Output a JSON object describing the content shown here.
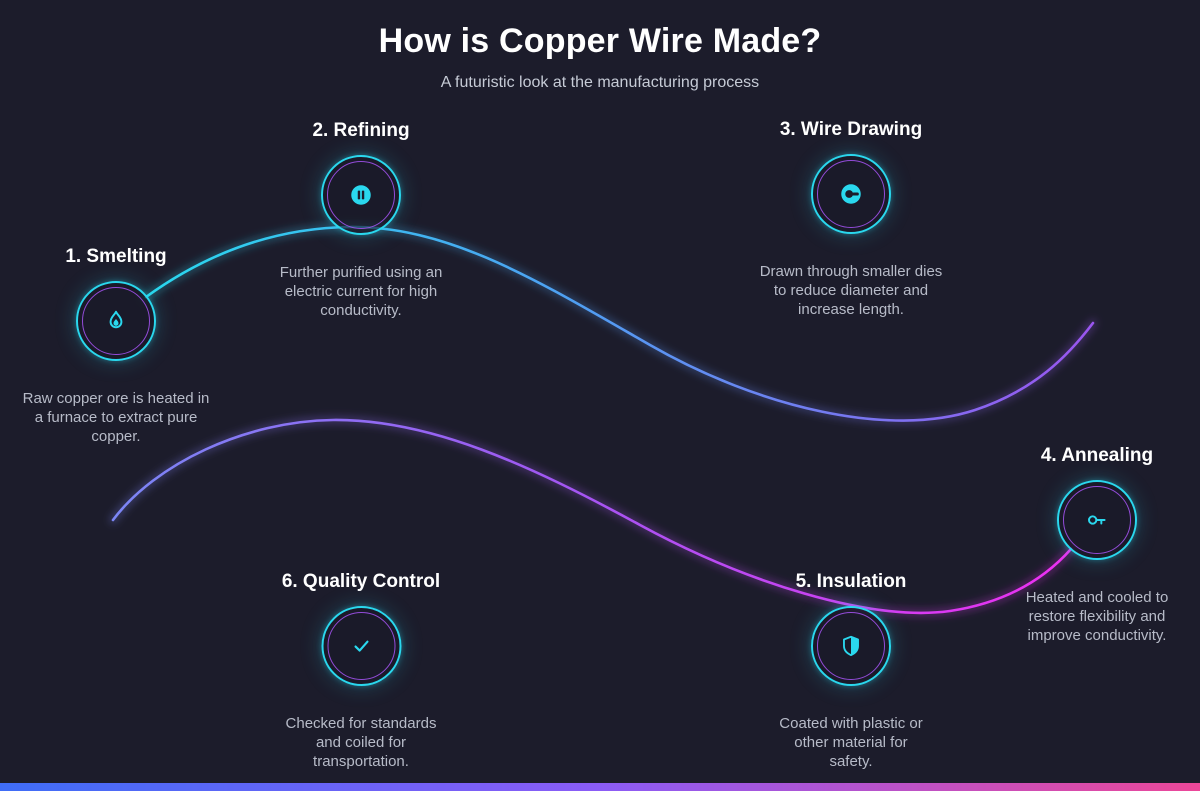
{
  "page": {
    "title": "How is Copper Wire Made?",
    "subtitle": "A futuristic look at the manufacturing process"
  },
  "steps": [
    {
      "title": "1. Smelting",
      "description": "Raw copper ore is heated in a furnace to extract pure copper.",
      "icon": "flame-icon"
    },
    {
      "title": "2. Refining",
      "description": "Further purified using an electric current for high conductivity.",
      "icon": "electrode-pause-circle-icon"
    },
    {
      "title": "3. Wire Drawing",
      "description": "Drawn through smaller dies to reduce diameter and increase length.",
      "icon": "drawing-die-icon"
    },
    {
      "title": "4. Annealing",
      "description": "Heated and cooled to restore flexibility and improve conductivity.",
      "icon": "key-icon"
    },
    {
      "title": "5. Insulation",
      "description": "Coated with plastic or other material for safety.",
      "icon": "shield-icon"
    },
    {
      "title": "6. Quality Control",
      "description": "Checked for standards and coiled for transportation.",
      "icon": "checkmark-icon"
    }
  ],
  "colors": {
    "background": "#1c1c2b",
    "accent_cyan": "#2ad8ee",
    "accent_purple": "#a855f7",
    "accent_magenta": "#ee2ff2",
    "footer_gradient": [
      "#3f6df6",
      "#8b5cf6",
      "#ec4899"
    ]
  }
}
